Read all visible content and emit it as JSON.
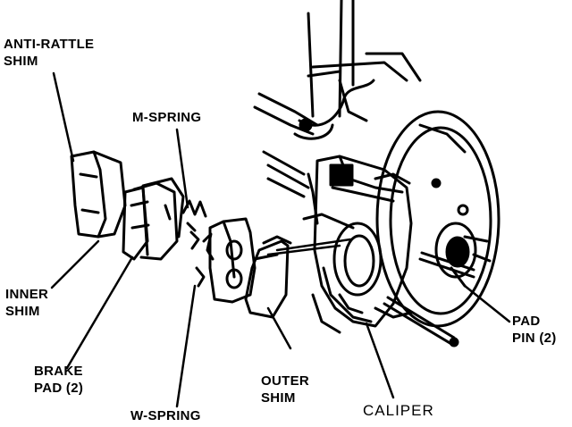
{
  "diagram": {
    "labels": {
      "anti_rattle_shim": "ANTI-RATTLE\nSHIM",
      "m_spring": "M-SPRING",
      "inner_shim": "INNER\nSHIM",
      "brake_pad": "BRAKE\nPAD (2)",
      "w_spring": "W-SPRING",
      "outer_shim": "OUTER\nSHIM",
      "caliper": "CALIPER",
      "pad_pin": "PAD\nPIN (2)"
    },
    "colors": {
      "ink": "#000000",
      "paper": "#ffffff"
    }
  }
}
